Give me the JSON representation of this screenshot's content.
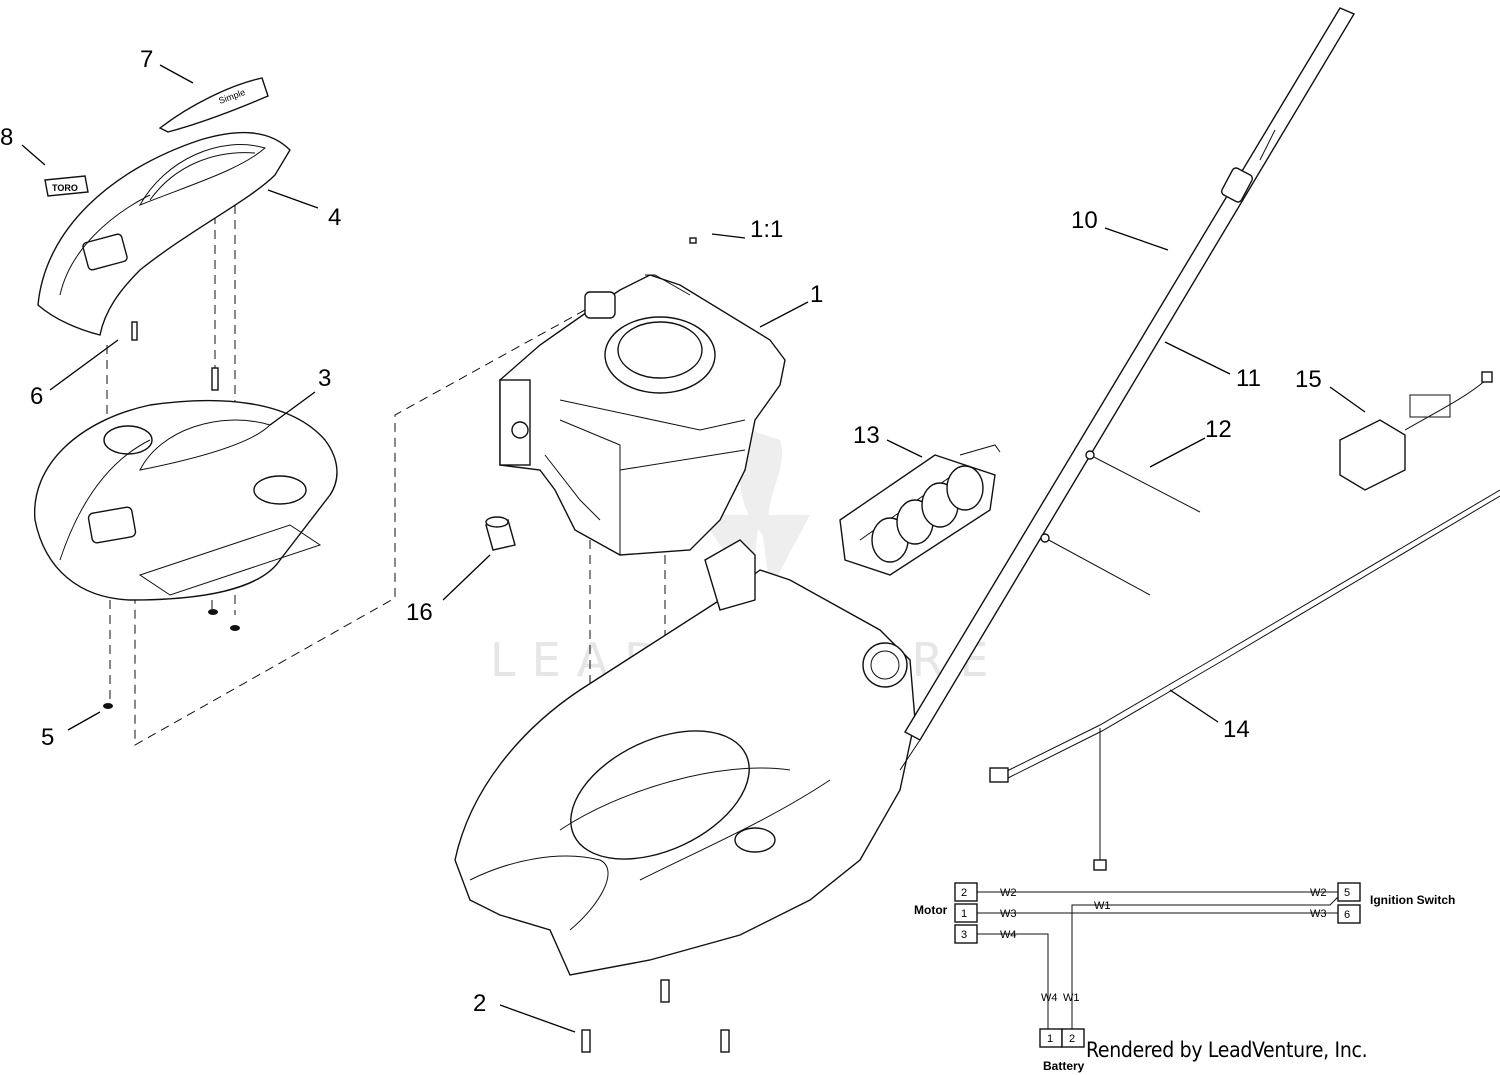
{
  "callouts": {
    "c1": "1",
    "c1_1": "1:1",
    "c2": "2",
    "c3": "3",
    "c4": "4",
    "c5": "5",
    "c6": "6",
    "c7": "7",
    "c8": "8",
    "c10": "10",
    "c11": "11",
    "c12": "12",
    "c13": "13",
    "c14": "14",
    "c15": "15",
    "c16": "16"
  },
  "watermark": "LEADVENTURE",
  "wiring": {
    "motor_label": "Motor",
    "ignition_label": "Ignition Switch",
    "battery_label": "Battery",
    "motor_pins": [
      "2",
      "1",
      "3"
    ],
    "ignition_pins": [
      "5",
      "6"
    ],
    "battery_pins": [
      "1",
      "2"
    ],
    "wires": {
      "w2_left": "W2",
      "w3_left": "W3",
      "w4_left": "W4",
      "w1_mid": "W1",
      "w2_right": "W2",
      "w3_right": "W3",
      "w4_bottom": "W4",
      "w1_bottom": "W1"
    }
  },
  "footer": "Rendered by LeadVenture, Inc."
}
